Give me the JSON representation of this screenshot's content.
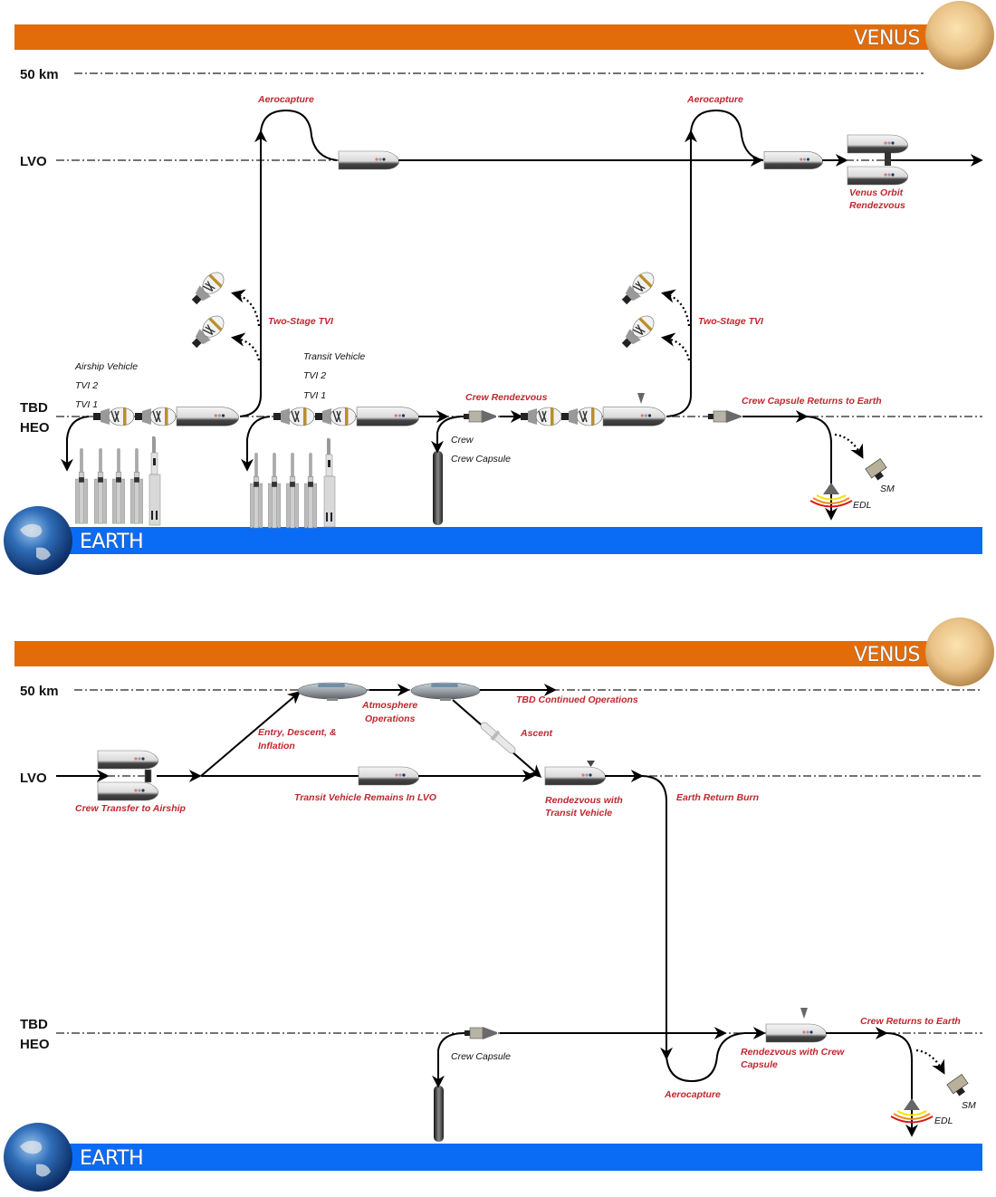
{
  "colors": {
    "venus_band": "#e36c0a",
    "earth_band": "#0a6cf5",
    "label_red": "#c0272d",
    "trajectory": "#000000"
  },
  "panels": [
    {
      "name": "outbound-phase",
      "venus_label": "VENUS",
      "earth_label": "EARTH",
      "levels": {
        "alt50": "50 km",
        "lvo": "LVO",
        "heo_1": "TBD",
        "heo_2": "HEO"
      },
      "labels": {
        "aerocapture_1": "Aerocapture",
        "aerocapture_2": "Aerocapture",
        "venus_orbit_rendezvous_1": "Venus Orbit",
        "venus_orbit_rendezvous_2": "Rendezvous",
        "two_stage_tvi_1": "Two-Stage TVI",
        "two_stage_tvi_2": "Two-Stage TVI",
        "airship_stack": [
          "Airship Vehicle",
          "TVI 2",
          "TVI 1"
        ],
        "transit_stack": [
          "Transit Vehicle",
          "TVI 2",
          "TVI 1"
        ],
        "crew_rendezvous": "Crew Rendezvous",
        "crew_stack": [
          "Crew",
          "Crew Capsule"
        ],
        "crew_capsule_returns": "Crew Capsule Returns to Earth",
        "sm": "SM",
        "edl": "EDL"
      }
    },
    {
      "name": "return-phase",
      "venus_label": "VENUS",
      "earth_label": "EARTH",
      "levels": {
        "alt50": "50 km",
        "lvo": "LVO",
        "heo_1": "TBD",
        "heo_2": "HEO"
      },
      "labels": {
        "atmosphere_ops_1": "Atmosphere",
        "atmosphere_ops_2": "Operations",
        "tbd_continued_ops": "TBD Continued Operations",
        "entry_descent_1": "Entry, Descent, &",
        "entry_descent_2": "Inflation",
        "ascent": "Ascent",
        "crew_transfer": "Crew Transfer to Airship",
        "transit_remains": "Transit Vehicle Remains In LVO",
        "rendezvous_transit_1": "Rendezvous with",
        "rendezvous_transit_2": "Transit Vehicle",
        "earth_return_burn": "Earth Return Burn",
        "crew_capsule": "Crew Capsule",
        "aerocapture": "Aerocapture",
        "rendezvous_crew_1": "Rendezvous with Crew",
        "rendezvous_crew_2": "Capsule",
        "crew_returns": "Crew Returns to Earth",
        "sm": "SM",
        "edl": "EDL"
      }
    }
  ]
}
